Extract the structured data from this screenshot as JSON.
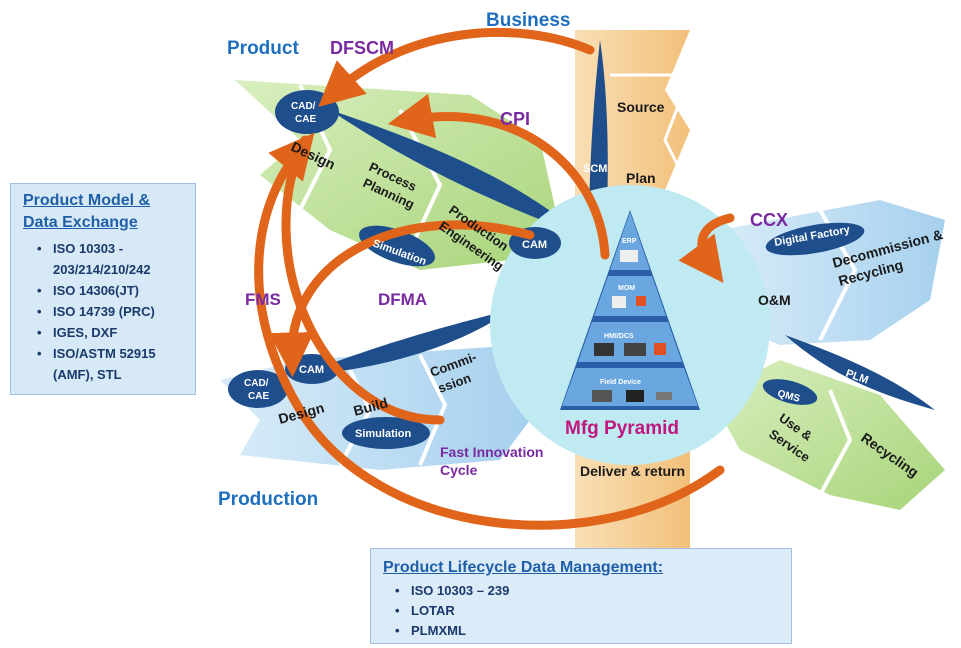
{
  "colors": {
    "blue_label": "#1f6fbf",
    "purple_label": "#7a2aa0",
    "orange_arrow": "#e0651a",
    "dark_blue": "#1f4e8c",
    "light_blue": "#bcdcf2",
    "green": "#b8dc8a",
    "tan": "#f6cf95",
    "pyramid_circle": "#bfeaf2",
    "magenta": "#c0187e"
  },
  "quadrants": {
    "product": "Product",
    "business": "Business",
    "production": "Production"
  },
  "cycles": {
    "dfscm": "DFSCM",
    "cpi": "CPI",
    "ccx": "CCX",
    "fms": "FMS",
    "dfma": "DFMA",
    "fast_innovation_line1": "Fast  Innovation",
    "fast_innovation_line2": "Cycle"
  },
  "product_stream": {
    "cad_cae_line1": "CAD/",
    "cad_cae_line2": "CAE",
    "design": "Design",
    "process_planning_line1": "Process",
    "process_planning_line2": "Planning",
    "production_engineering_line1": "Production",
    "production_engineering_line2": "Engineering",
    "simulation": "Simulation",
    "cam": "CAM"
  },
  "business_stream": {
    "source": "Source",
    "scm": "SCM",
    "plan": "Plan",
    "deliver_return": "Deliver & return"
  },
  "production_stream": {
    "cam": "CAM",
    "cad_cae_line1": "CAD/",
    "cad_cae_line2": "CAE",
    "design": "Design",
    "build": "Build",
    "commission_line1": "Commi-",
    "commission_line2": "ssion",
    "simulation": "Simulation"
  },
  "service_stream": {
    "digital_factory": "Digital Factory",
    "om": "O&M",
    "decommission_line1": "Decommission &",
    "decommission_line2": "Recycling",
    "plm": "PLM",
    "qms": "QMS",
    "use_service_line1": "Use &",
    "use_service_line2": "Service",
    "recycling": "Recycling"
  },
  "pyramid": {
    "title": "Mfg Pyramid",
    "levels": [
      "ERP",
      "MOM",
      "HMI/DCS",
      "Field Device"
    ]
  },
  "product_model_box": {
    "title_line1": "Product Model &",
    "title_line2": "Data Exchange",
    "items": [
      "ISO 10303 -",
      "203/214/210/242",
      "ISO 14306(JT)",
      "ISO 14739 (PRC)",
      "IGES, DXF",
      "ISO/ASTM 52915",
      "(AMF), STL"
    ]
  },
  "lifecycle_box": {
    "title": "Product Lifecycle Data Management:",
    "items": [
      "ISO 10303 – 239",
      "LOTAR",
      "PLMXML"
    ]
  }
}
